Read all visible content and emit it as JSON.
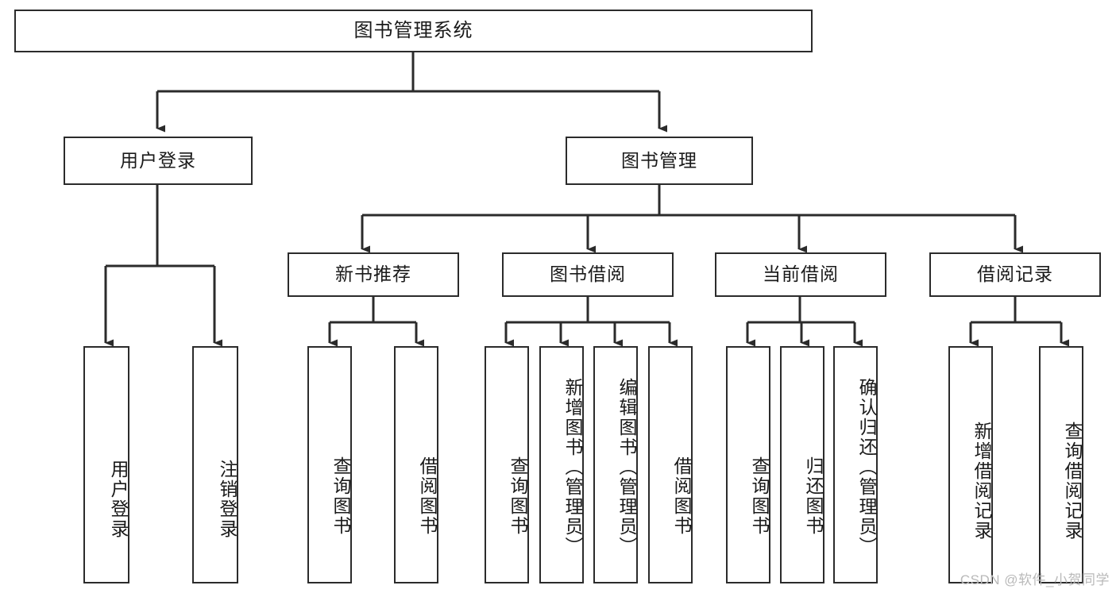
{
  "diagram": {
    "type": "tree-hierarchy",
    "title": "图书管理系统",
    "orientation": "top-down",
    "watermark": "CSDN @软件_小贺同学",
    "colors": {
      "background": "#ffffff",
      "box_border": "#2b2b2b",
      "box_fill": "#ffffff",
      "text": "#1a1a1a",
      "connector": "#2b2b2b",
      "watermark": "#b9b9b9"
    },
    "levels": [
      {
        "level": 1,
        "nodes": [
          {
            "id": "root",
            "label": "图书管理系统"
          }
        ]
      },
      {
        "level": 2,
        "nodes": [
          {
            "id": "user-login",
            "label": "用户登录",
            "parent": "root"
          },
          {
            "id": "book-manage",
            "label": "图书管理",
            "parent": "root"
          }
        ]
      },
      {
        "level": 3,
        "nodes": [
          {
            "id": "new-book-rec",
            "label": "新书推荐",
            "parent": "book-manage"
          },
          {
            "id": "book-borrow",
            "label": "图书借阅",
            "parent": "book-manage"
          },
          {
            "id": "current-borrow",
            "label": "当前借阅",
            "parent": "book-manage"
          },
          {
            "id": "borrow-record",
            "label": "借阅记录",
            "parent": "book-manage"
          }
        ]
      },
      {
        "level": 4,
        "nodes": [
          {
            "id": "leaf-user-login",
            "label": "用户登录",
            "parent": "user-login"
          },
          {
            "id": "leaf-user-logout",
            "label": "注销登录",
            "parent": "user-login"
          },
          {
            "id": "leaf-query-book-1",
            "label": "查询图书",
            "parent": "new-book-rec"
          },
          {
            "id": "leaf-borrow-book-1",
            "label": "借阅图书",
            "parent": "new-book-rec"
          },
          {
            "id": "leaf-query-book-2",
            "label": "查询图书",
            "parent": "book-borrow"
          },
          {
            "id": "leaf-add-book",
            "label": "新增图书（管理员）",
            "parent": "book-borrow"
          },
          {
            "id": "leaf-edit-book",
            "label": "编辑图书（管理员）",
            "parent": "book-borrow"
          },
          {
            "id": "leaf-borrow-book-2",
            "label": "借阅图书",
            "parent": "book-borrow"
          },
          {
            "id": "leaf-query-book-3",
            "label": "查询图书",
            "parent": "current-borrow"
          },
          {
            "id": "leaf-return-book",
            "label": "归还图书",
            "parent": "current-borrow"
          },
          {
            "id": "leaf-confirm-return",
            "label": "确认归还（管理员）",
            "parent": "current-borrow"
          },
          {
            "id": "leaf-add-record",
            "label": "新增借阅记录",
            "parent": "borrow-record"
          },
          {
            "id": "leaf-query-record",
            "label": "查询借阅记录",
            "parent": "borrow-record"
          }
        ]
      }
    ]
  }
}
